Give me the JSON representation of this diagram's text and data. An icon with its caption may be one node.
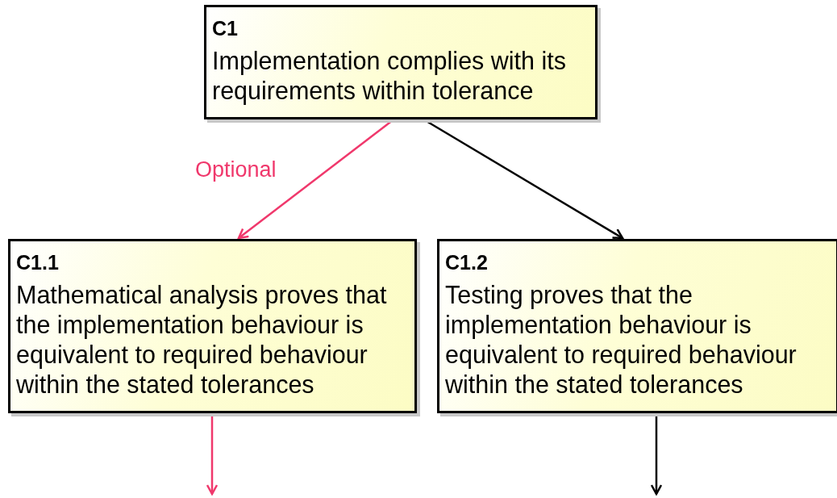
{
  "diagram": {
    "nodes": [
      {
        "text": [
          "C1",
          "Implementation complies with its requirements within tolerance"
        ]
      },
      {
        "text": [
          "C1.1",
          "Mathematical analysis proves that the implementation behaviour is equivalent to required behaviour within the stated tolerances"
        ]
      },
      {
        "text": [
          "C1.2",
          "Testing proves that the implementation behaviour is equivalent to required behaviour within the stated tolerances"
        ]
      }
    ],
    "edges": [
      {
        "from": 0,
        "to": 1,
        "arrow": "to",
        "label": "Optional",
        "color": "#f0386c"
      },
      {
        "from": 0,
        "to": 2,
        "arrow": "to",
        "color": "#000000"
      },
      {
        "from": 1,
        "to": null,
        "arrow": "to",
        "color": "#f0386c"
      },
      {
        "from": 2,
        "to": null,
        "arrow": "to",
        "color": "#000000"
      }
    ]
  }
}
